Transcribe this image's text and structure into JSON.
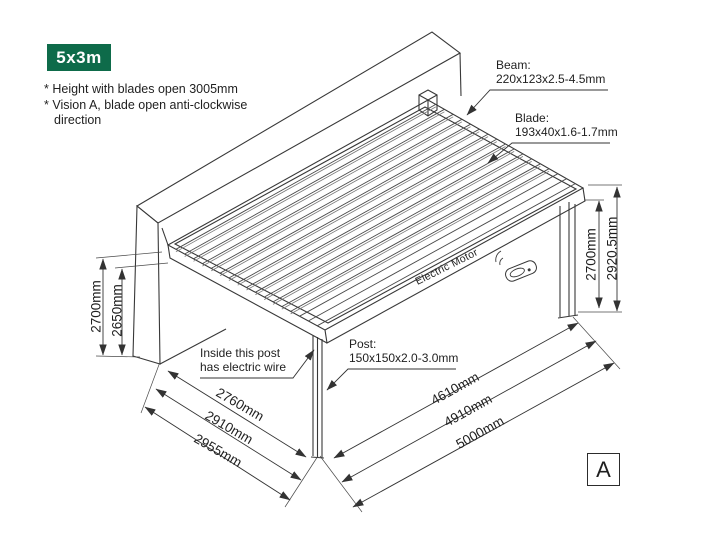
{
  "badge": {
    "label": "5x3m",
    "bg_color": "#0e6b4a"
  },
  "notes": [
    "* Height with blades open 3005mm",
    "* Vision A, blade open anti-clockwise",
    "direction"
  ],
  "callouts": {
    "beam_title": "Beam:",
    "beam_spec": "220x123x2.5-4.5mm",
    "blade_title": "Blade:",
    "blade_spec": "193x40x1.6-1.7mm",
    "post_title": "Post:",
    "post_spec": "150x150x2.0-3.0mm",
    "wire_line1": "Inside this post",
    "wire_line2": "has electric wire",
    "motor_label": "Electric Motor"
  },
  "dims": {
    "wall_outer": "2700mm",
    "wall_inner": "2650mm",
    "post_clear": "2700mm",
    "total_height": "2920.5mm",
    "depth_inner": "2760mm",
    "depth_mid": "2910mm",
    "depth_outer": "2955mm",
    "span_inner": "4610mm",
    "span_mid": "4910mm",
    "span_outer": "5000mm"
  },
  "view_marker": "A",
  "colors": {
    "line": "#333333",
    "accent_green": "#0e6b4a"
  }
}
